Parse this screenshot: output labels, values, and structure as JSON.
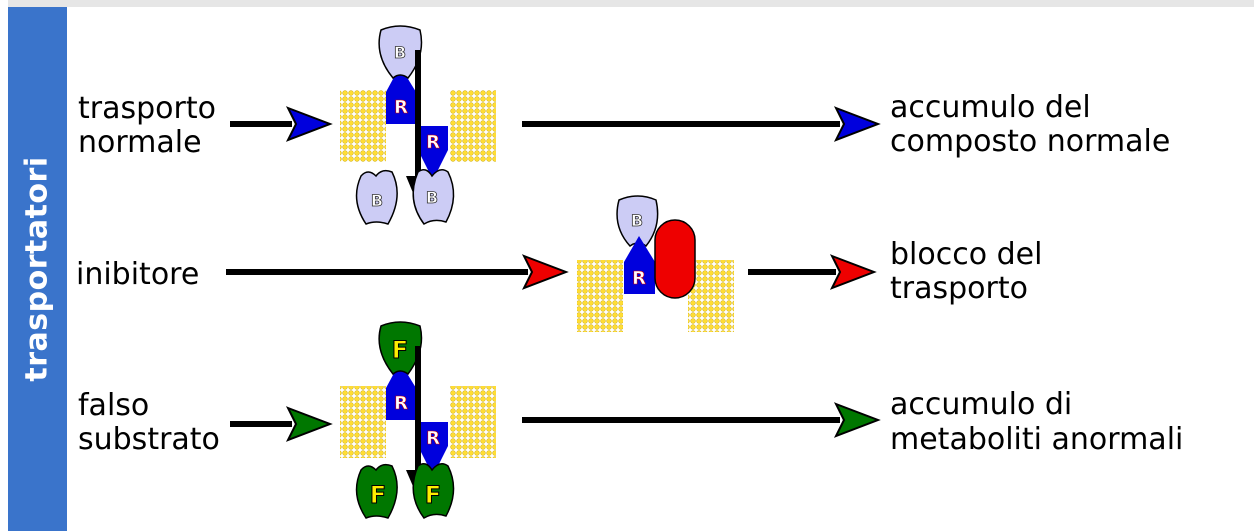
{
  "sidebar": {
    "title": "trasportatori"
  },
  "rows": [
    {
      "label_lines": [
        "trasporto",
        "normale"
      ],
      "result_lines": [
        "accumulo del",
        "composto normale"
      ],
      "arrow_color": "#0000dd",
      "substrate_letter": "B",
      "substrate_color": "#ccccf5"
    },
    {
      "label_lines": [
        "inibitore"
      ],
      "result_lines": [
        "blocco del",
        "trasporto"
      ],
      "arrow_color": "#ee0000",
      "substrate_letter": "B",
      "substrate_color": "#ccccf5",
      "inhibitor_color": "#ee0000"
    },
    {
      "label_lines": [
        "falso",
        "substrato"
      ],
      "result_lines": [
        "accumulo di",
        "metaboliti anormali"
      ],
      "arrow_color": "#007700",
      "substrate_letter": "F",
      "substrate_color": "#007700"
    }
  ],
  "receptor": {
    "letter": "R",
    "color": "#0000dd"
  },
  "membrane_color": "#ffdd33"
}
